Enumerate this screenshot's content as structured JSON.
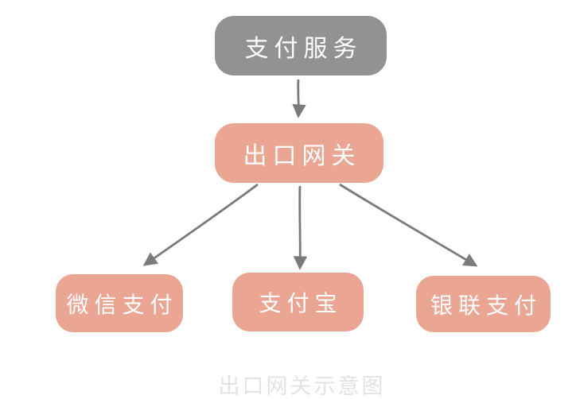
{
  "diagram": {
    "caption": "出口网关示意图",
    "nodes": {
      "payment_service": {
        "label": "支付服务",
        "fill": "#929292",
        "text_color": "#ffffff"
      },
      "exit_gateway": {
        "label": "出口网关",
        "fill": "#EAA593",
        "text_color": "#ffffff"
      },
      "wechat_pay": {
        "label": "微信支付",
        "fill": "#EAA593",
        "text_color": "#ffffff"
      },
      "alipay": {
        "label": "支付宝",
        "fill": "#EAA593",
        "text_color": "#ffffff"
      },
      "unionpay": {
        "label": "银联支付",
        "fill": "#EAA593",
        "text_color": "#ffffff"
      }
    },
    "edges": [
      {
        "from": "支付服务",
        "to": "出口网关"
      },
      {
        "from": "出口网关",
        "to": "微信支付"
      },
      {
        "from": "出口网关",
        "to": "支付宝"
      },
      {
        "from": "出口网关",
        "to": "银联支付"
      }
    ],
    "colors": {
      "background": "#ffffff",
      "arrow": "#7a7a7a",
      "caption_text": "#e3e3e3"
    }
  }
}
